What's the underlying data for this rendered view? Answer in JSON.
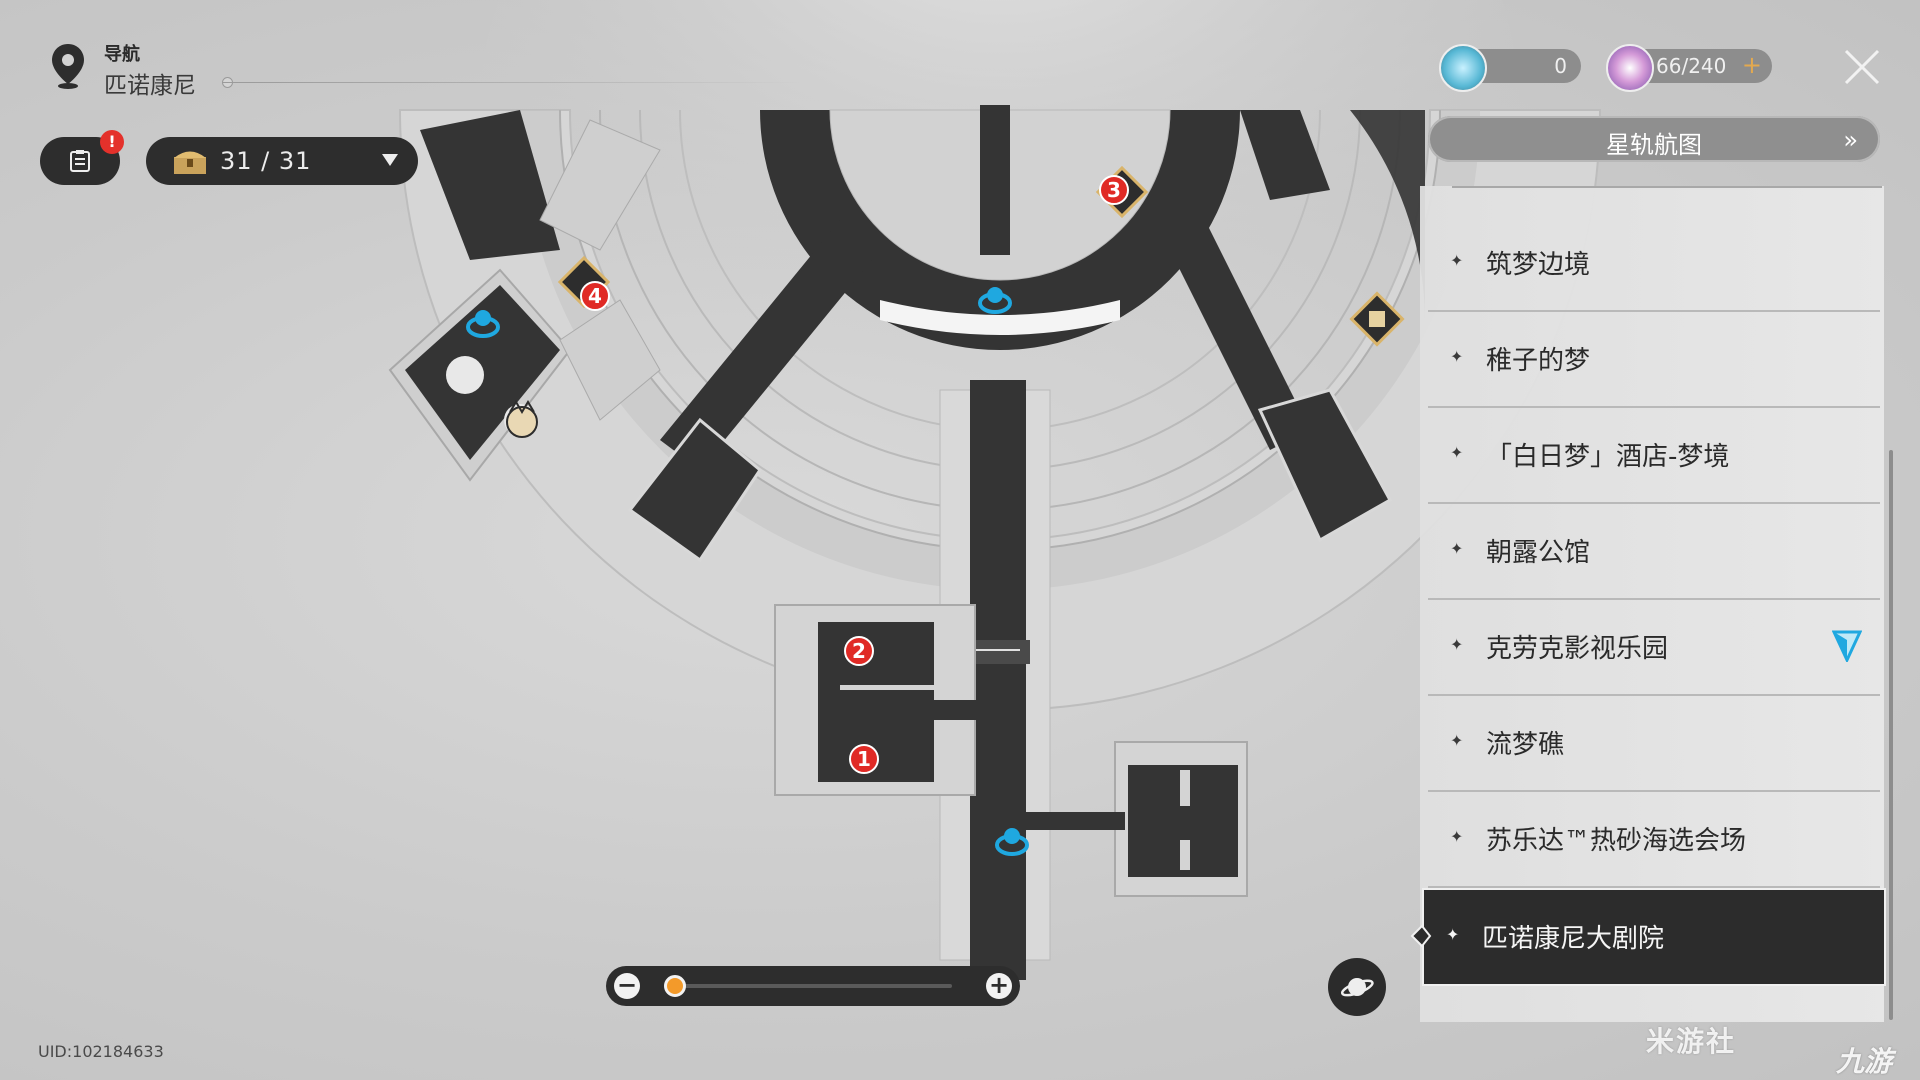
{
  "header": {
    "label": "导航",
    "region": "匹诺康尼"
  },
  "missions": {
    "alert": "!"
  },
  "chests": {
    "count": "31 / 31"
  },
  "resources": {
    "stellar_jade": "0",
    "trailblaze_power": "66/240",
    "add": "+"
  },
  "route_button": {
    "label": "星轨航图"
  },
  "locations": [
    {
      "label": "筑梦边境",
      "active": false
    },
    {
      "label": "稚子的梦",
      "active": false
    },
    {
      "label": "「白日梦」酒店-梦境",
      "active": false
    },
    {
      "label": "朝露公馆",
      "active": false
    },
    {
      "label": "克劳克影视乐园",
      "active": false,
      "nav_marker": true
    },
    {
      "label": "流梦礁",
      "active": false
    },
    {
      "label": "苏乐达™热砂海选会场",
      "active": false
    },
    {
      "label": "匹诺康尼大剧院",
      "active": true
    }
  ],
  "map_markers": [
    "1",
    "2",
    "3",
    "4"
  ],
  "zoom": {
    "level": 0.0,
    "minus": "−",
    "plus": "+"
  },
  "uid": "UID:102184633",
  "watermarks": {
    "left": "米游社",
    "right": "九游"
  },
  "colors": {
    "accent_active": "#2c2c2c",
    "marker_red": "#e02a25",
    "nav_blue": "#1fa8e0"
  }
}
